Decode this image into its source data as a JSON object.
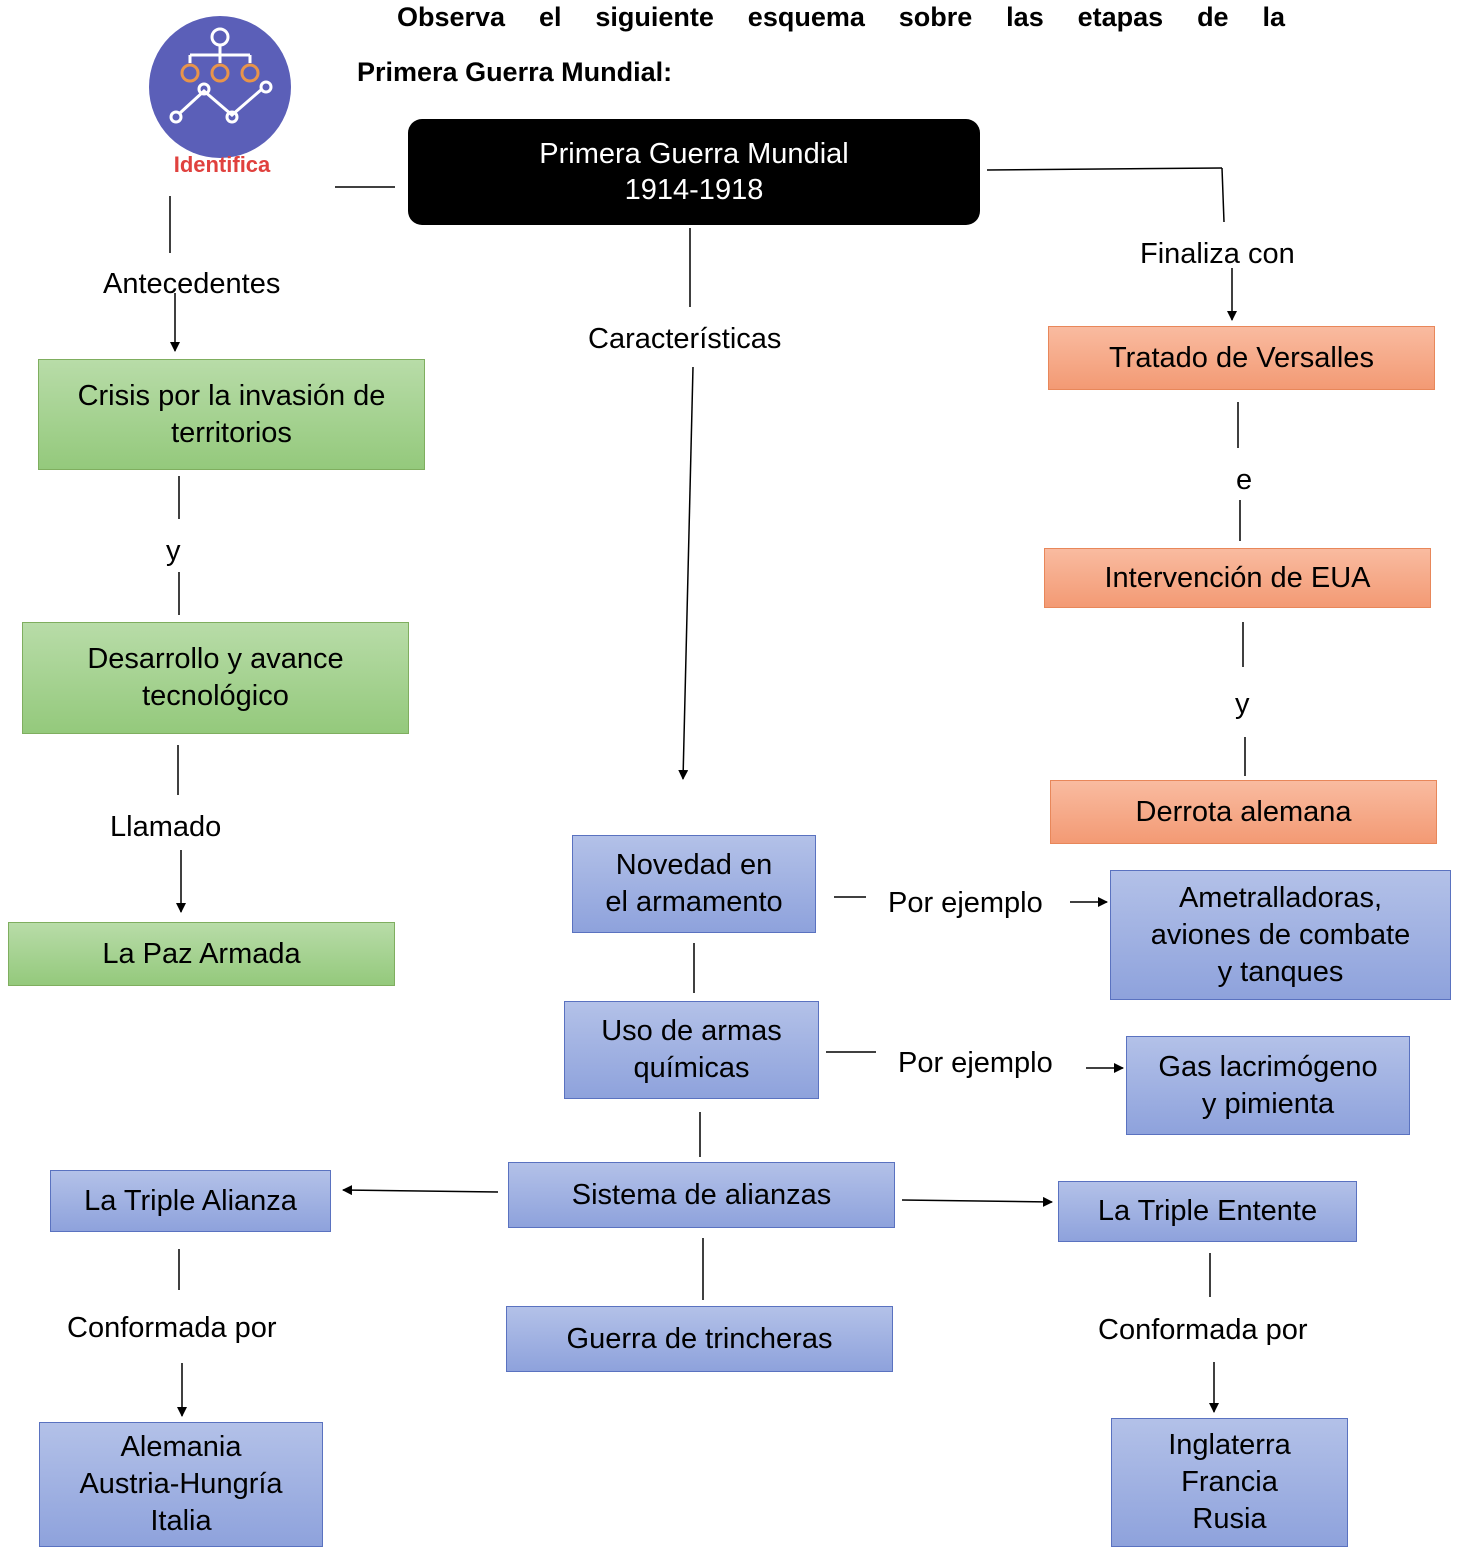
{
  "header": {
    "instruction_line1": "Observa el siguiente esquema sobre las etapas de la",
    "instruction_line2": "Primera Guerra Mundial:"
  },
  "logo": {
    "label": "Identifica",
    "icon": "hierarchy-chart-icon",
    "colors": {
      "circle": "#5b5fb8",
      "accent": "#e8944a",
      "label": "#e0413e"
    }
  },
  "central": {
    "text": "Primera Guerra Mundial\n1914-1918"
  },
  "left": {
    "connector_antecedentes": "Antecedentes",
    "box_crisis": "Crisis por la invasión de\nterritorios",
    "connector_y": "y",
    "box_desarrollo": "Desarrollo y avance\ntecnológico",
    "connector_llamado": "Llamado",
    "box_paz": "La Paz Armada"
  },
  "middle": {
    "connector_caracteristicas": "Características",
    "box_novedad": "Novedad en\nel armamento",
    "connector_ejemplo_1": "Por ejemplo",
    "box_ametralladoras": "Ametralladoras,\naviones de combate\ny tanques",
    "box_quimicas": "Uso de armas\nquímicas",
    "connector_ejemplo_2": "Por ejemplo",
    "box_gas": "Gas lacrimógeno\ny pimienta",
    "box_alianzas": "Sistema de alianzas",
    "box_trincheras": "Guerra de trincheras"
  },
  "alliances": {
    "box_triple_alianza": "La Triple Alianza",
    "connector_conformada_1": "Conformada por",
    "box_miembros_alianza": "Alemania\nAustria-Hungría\nItalia",
    "box_triple_entente": "La Triple Entente",
    "connector_conformada_2": "Conformada por",
    "box_miembros_entente": "Inglaterra\nFrancia\nRusia"
  },
  "right": {
    "connector_finaliza": "Finaliza con",
    "box_versalles": "Tratado de Versalles",
    "connector_e": "e",
    "box_eua": "Intervención de EUA",
    "connector_y": "y",
    "box_derrota": "Derrota alemana"
  }
}
